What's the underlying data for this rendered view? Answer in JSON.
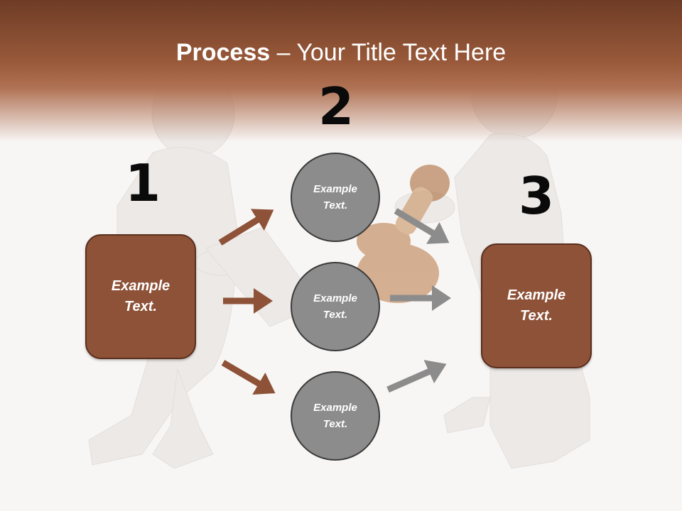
{
  "title": {
    "bold": "Process",
    "rest": " – Your Title Text Here"
  },
  "numbers": {
    "n1": "1",
    "n2": "2",
    "n3": "3"
  },
  "left_box": {
    "line1": "Example",
    "line2": "Text."
  },
  "right_box": {
    "line1": "Example",
    "line2": "Text."
  },
  "circles": [
    {
      "line1": "Example",
      "line2": "Text."
    },
    {
      "line1": "Example",
      "line2": "Text."
    },
    {
      "line1": "Example",
      "line2": "Text."
    }
  ],
  "colors": {
    "header": "#8e5238",
    "box_fill": "#8e5238",
    "box_border": "#5a2f1d",
    "circle_fill": "#8c8c8c",
    "arrow_brown": "#8e5238",
    "arrow_gray": "#8c8c8c"
  }
}
